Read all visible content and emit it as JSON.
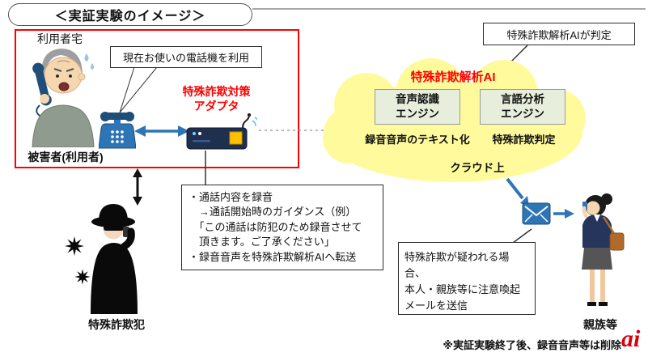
{
  "title": "＜実証実験のイメージ＞",
  "home": {
    "label": "利用者宅",
    "victim_label": "被害者(利用者)",
    "phone_callout": "現在お使いの電話機を利用",
    "adapter_label": "特殊詐欺対策\nアダプタ"
  },
  "fraudster_label": "特殊詐欺犯",
  "recording_note": {
    "lines": [
      "・通話内容を録音",
      "　→通話開始時のガイダンス（例）",
      "　「この通話は防犯のため録音させて",
      "　頂きます。ご了承ください」",
      "・録音音声を特殊詐欺解析AIへ転送"
    ]
  },
  "cloud": {
    "title": "特殊詐欺解析AI",
    "engines": [
      {
        "name": "音声認識\nエンジン",
        "caption": "録音音声のテキスト化"
      },
      {
        "name": "言語分析\nエンジン",
        "caption": "特殊詐欺判定"
      }
    ],
    "location_label": "クラウド上"
  },
  "judgment_callout": "特殊詐欺解析AIが判定",
  "alert_note": "特殊詐欺が疑われる場合、\n本人・親族等に注意喚起\nメールを送信",
  "relatives_label": "親族等",
  "footnote": "※実証実験終了後、録音音声等は削除",
  "watermark": "ai",
  "icons": {
    "victim": "elderly-man-phone-icon",
    "desk_phone": "desk-phone-icon",
    "adapter": "fraud-adapter-icon",
    "fraudster": "fraudster-icon",
    "cloud": "cloud-shape",
    "mail": "mail-envelope-icon",
    "relative": "woman-phone-icon"
  },
  "colors": {
    "accent_blue": "#2E75B6",
    "alert_red": "#FF0000",
    "cloud_yellow": "#FFFB9C",
    "engine_green": "#E7EEDB",
    "home_border": "#FF0000",
    "watermark_red": "#D7000F"
  }
}
